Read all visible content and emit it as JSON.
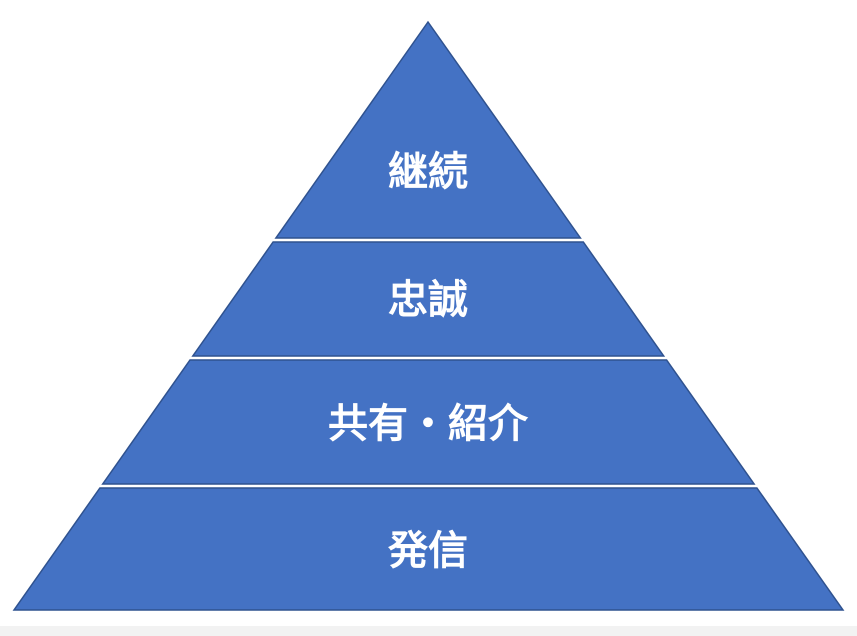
{
  "pyramid": {
    "fill_color": "#4472c4",
    "text_color": "#ffffff",
    "tiers": [
      {
        "label": "継続"
      },
      {
        "label": "忠誠"
      },
      {
        "label": "共有・紹介"
      },
      {
        "label": "発信"
      }
    ]
  }
}
